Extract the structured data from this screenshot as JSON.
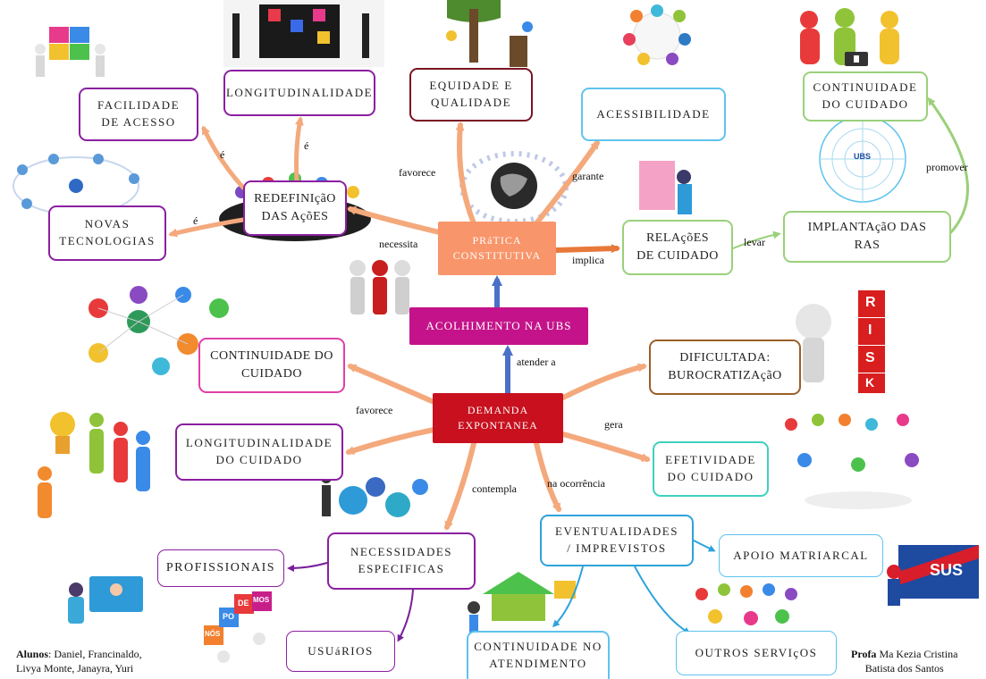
{
  "nodes": {
    "acolhimento": "ACOLHIMENTO NA UBS",
    "pratica": "PRáTICA\nCONSTITUTIVA",
    "demanda": "DEMANDA\nEXPONTANEA",
    "redefinicao": "REDEFINIçãO\nDAS AçõES",
    "facilidade": "FACILIDADE\nDE ACESSO",
    "longitudinalidade_top": "LONGITUDINALIDADE",
    "equidade": "EQUIDADE E\nQUALIDADE",
    "acessibilidade": "ACESSIBILIDADE",
    "continuidade_top": "CONTINUIDADE\nDO CUIDADO",
    "novas_tecnologias": "NOVAS\nTECNOLOGIAS",
    "relacoes": "RELAçõES\nDE CUIDADO",
    "implantacao": "IMPLANTAçãO DAS\nRAS",
    "continuidade_mid": "CONTINUIDADE DO\nCUIDADO",
    "dificultada": "DIFICULTADA:\nBUROCRATIZAçãO",
    "longitudinalidade_mid": "LONGITUDINALIDADE\nDO CUIDADO",
    "efetividade": "EFETIVIDADE\nDO CUIDADO",
    "necessidades": "NECESSIDADES\nESPECIFICAS",
    "eventualidades": "EVENTUALIDADES\n/ IMPREVISTOS",
    "profissionais": "PROFISSIONAIS",
    "apoio": "APOIO MATRIARCAL",
    "usuarios": "USUáRIOS",
    "continuidade_atend": "CONTINUIDADE NO\nATENDIMENTO",
    "outros": "OUTROS SERVIçOS"
  },
  "links": {
    "e1": "é",
    "e2": "é",
    "e3": "é",
    "favorece_top": "favorece",
    "garante": "garante",
    "necessita": "necessita",
    "implica": "implica",
    "levar": "levar",
    "promover": "promover",
    "atender_a": "atender a",
    "favorece_mid": "favorece",
    "gera": "gera",
    "contempla": "contempla",
    "na_ocorrencia": "na ocorrência"
  },
  "credits": {
    "alunos_label": "Alunos",
    "alunos_names_1": ": Daniel, Francinaldo,",
    "alunos_names_2": "Livya Monte, Janayra, Yuri",
    "profa_label": "Profa",
    "profa_name_1": " Ma Kezia Cristina",
    "profa_name_2": "Batista dos Santos"
  },
  "badges": {
    "sus": "SUS",
    "ubs": "UBS",
    "risk": [
      "R",
      "I",
      "S",
      "K"
    ],
    "puzzle_words": [
      "NÓS",
      "PO",
      "DE",
      "MOS"
    ]
  },
  "colors": {
    "arrow": "#f4a97c",
    "purple": "#8b1fa0",
    "pink": "#e040a8",
    "maroon": "#7a1424",
    "sky": "#5ec3ef",
    "lightgreen": "#9ad07a",
    "brown": "#9a5f2a",
    "teal": "#3fd0c0",
    "acolhimento_bg": "#c4138a",
    "pratica_bg": "#f8956a",
    "demanda_bg": "#c8101e",
    "blue_arrow": "#4a70c8"
  }
}
